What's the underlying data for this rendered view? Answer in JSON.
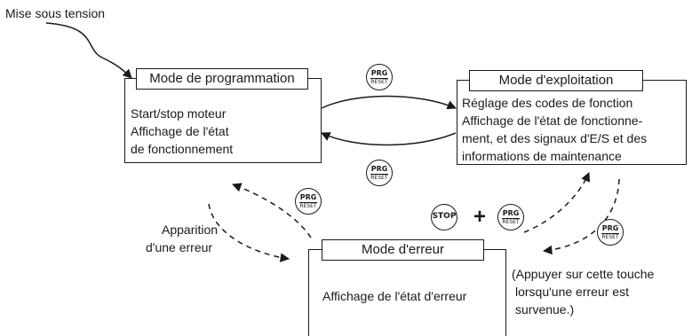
{
  "power_on_label": "Mise sous tension",
  "programming_mode": {
    "title": "Mode de programmation",
    "lines": [
      "Start/stop moteur",
      "Affichage de l'état",
      "de fonctionnement"
    ]
  },
  "operation_mode": {
    "title": "Mode d'exploitation",
    "lines": [
      "Réglage des codes de fonction",
      "Affichage de l'état de fonctionne-",
      "ment, et des signaux d'E/S et des",
      "informations de maintenance"
    ]
  },
  "error_mode": {
    "title": "Mode d'erreur",
    "lines": [
      "Affichage de l'état d'erreur"
    ]
  },
  "error_occurrence": [
    "Apparition",
    "d'une erreur"
  ],
  "reset_note": [
    "(Appuyer sur cette touche",
    "lorsqu'une erreur est",
    "survenue.)"
  ],
  "keys": {
    "prg_top": "PRG",
    "prg_bottom": "RESET",
    "stop": "STOP",
    "plus": "+"
  }
}
